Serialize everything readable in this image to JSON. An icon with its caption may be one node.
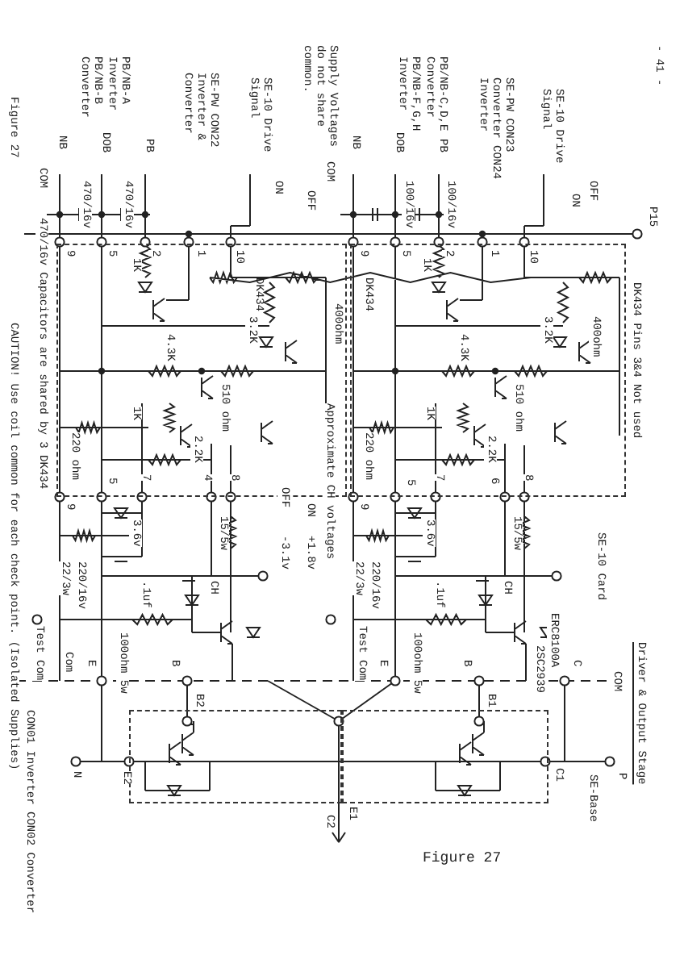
{
  "diagram": {
    "title": "Driver & Output Stage",
    "caption": "Figure 27",
    "nodes": [
      {
        "text": [
          "DK434"
        ]
      },
      {
        "text": [
          "DK434"
        ]
      },
      {
        "text": [],
        "shape": "box"
      },
      {
        "text": [],
        "shape": "box"
      }
    ],
    "labels": [
      "- 41 -",
      "SE-10 Card",
      "DK434 Pins 3&4 Not used",
      "SE-10 Drive Signal",
      "OFF",
      "ON",
      "SE-PW CON23 Converter CON24 Inverter",
      "PB/NB-C,D,E Converter",
      "PB/NB-F,G,H Inverter",
      "PB",
      "DOB",
      "NB",
      "100/16v",
      "100/16v",
      "P15",
      "10",
      "1",
      "2",
      "5",
      "9",
      "1K",
      "400ohm",
      "3.2K",
      "4.3K",
      "510 ohm",
      "1K",
      "220 ohm",
      "2.2K",
      "5",
      "9",
      "7",
      "6",
      "8",
      "3.6v",
      "220/16v",
      "22/3w",
      "15/5w",
      "CH",
      ".1uf",
      "Test Com",
      "100ohm 5w",
      "2SC2939",
      "ERC8100A",
      "COM",
      "E",
      "B",
      "C",
      "B1",
      "E1",
      "C1",
      "P",
      "SE-Base",
      "Supply Voltages do not share common.",
      "COM",
      "OFF",
      "ON",
      "SE-10 Drive Signal",
      "SE-PW CON22 Inverter & Converter",
      "PB/NB-A Inverter",
      "PB/NB-B Converter",
      "PB",
      "DOB",
      "NB",
      "470/16v",
      "470/16v",
      "COM",
      "10",
      "1",
      "2",
      "5",
      "9",
      "1K",
      "3.2K",
      "400ohm",
      "4.3K",
      "510 ohm",
      "1K",
      "220 ohm",
      "2.2K",
      "9",
      "5",
      "7",
      "4",
      "8",
      "3.6v",
      "220/16v",
      "22/3w",
      "15/5w",
      "CH",
      ".1uf",
      "Test Com",
      "100ohm 5w",
      "Approximate CH voltages",
      "ON",
      "+1.8v",
      "OFF",
      "-3.1v",
      "E",
      "B",
      "Com",
      "B2",
      "E2",
      "N",
      "C2",
      "470/16v Capacitors are shared by 3 DK434",
      "CAUTION! Use coil common for each check point. (Isolated Supplies)",
      "CON01 Inverter CON02 Converter",
      "Figure 27"
    ]
  }
}
